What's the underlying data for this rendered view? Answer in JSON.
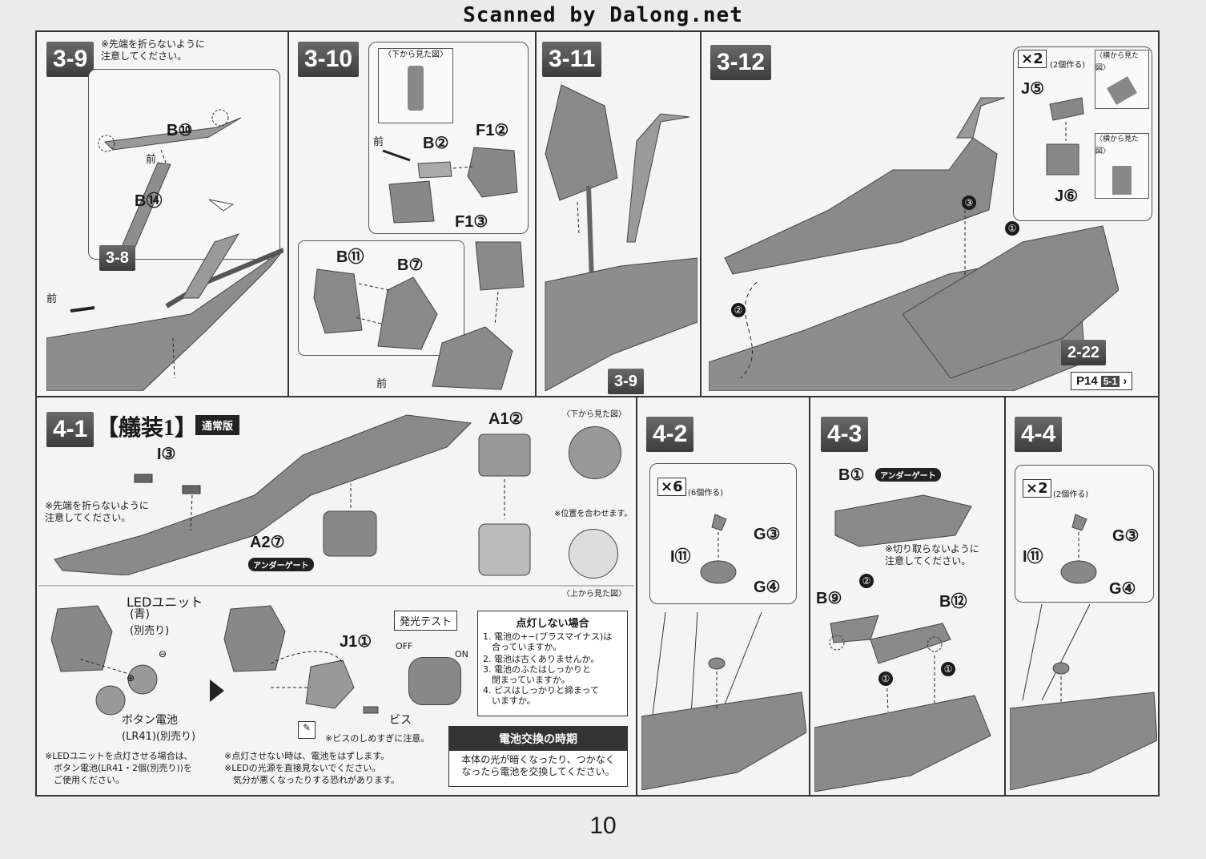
{
  "watermark": "Scanned by Dalong.net",
  "page_number": "10",
  "steps": {
    "s3_9": {
      "num": "3-9",
      "note": "※先端を折らないように\n注意してください。",
      "parts": [
        "B⑩",
        "B⑭"
      ],
      "front": "前"
    },
    "s3_8": {
      "num": "3-8",
      "front": "前"
    },
    "s3_10": {
      "num": "3-10",
      "view_label": "〈下から見た図〉",
      "front": "前",
      "parts": [
        "B②",
        "F1②",
        "F1③",
        "B⑪",
        "B⑦"
      ],
      "front2": "前"
    },
    "s3_11": {
      "num": "3-11",
      "ref": "3-9"
    },
    "s3_12": {
      "num": "3-12",
      "multiplier": "×2",
      "multiplier_note": "(2個作る)",
      "side_view_1": "〈横から見た図〉",
      "side_view_2": "〈横から見た図〉",
      "parts": [
        "J⑤",
        "J⑥"
      ],
      "ref": "2-22",
      "next_ref": "P14",
      "next_step": "5-1",
      "order": [
        "①",
        "②",
        "③"
      ]
    },
    "s4_1": {
      "num": "4-1",
      "title": "【艤装1】",
      "tag": "通常版",
      "note": "※先端を折らないように\n注意してください。",
      "parts": [
        "I③",
        "A2⑦",
        "A1②"
      ],
      "undergate": "アンダーゲート",
      "view_bottom": "〈下から見た図〉",
      "align_note": "※位置を合わせます。",
      "view_top": "〈上から見た図〉",
      "led_unit": "LEDユニット",
      "led_color": "(青)",
      "led_sold": "(別売り)",
      "battery": "ボタン電池",
      "battery_model": "(LR41)(別売り)",
      "note_led": "※LEDユニットを点灯させる場合は、\n　ボタン電池(LR41・2個(別売り))を\n　ご使用ください。",
      "part_j": "J1①",
      "screw": "ビス",
      "screw_note": "※ビスのしめすぎに注意。",
      "note_off": "※点灯させない時は、電池をはずします。\n※LEDの光源を直接見ないでください。\n　気分が悪くなったりする恐れがあります。",
      "light_test": "発光テスト",
      "off": "OFF",
      "on": "ON",
      "trouble_title": "点灯しない場合",
      "trouble_items": [
        "1. 電池の+−(プラスマイナス)は\n　合っていますか。",
        "2. 電池は古くありませんか。",
        "3. 電池のふたはしっかりと\n　閉まっていますか。",
        "4. ビスはしっかりと締まって\n　いますか。"
      ],
      "replace_title": "電池交換の時期",
      "replace_text": "本体の光が暗くなったり、つかなく\nなったら電池を交換してください。"
    },
    "s4_2": {
      "num": "4-2",
      "multiplier": "×6",
      "multiplier_note": "(6個作る)",
      "parts": [
        "G③",
        "I⑪",
        "G④"
      ]
    },
    "s4_3": {
      "num": "4-3",
      "parts": [
        "B①",
        "B⑨",
        "B⑫"
      ],
      "undergate": "アンダーゲート",
      "note": "※切り取らないように\n注意してください。",
      "order": [
        "①",
        "②"
      ]
    },
    "s4_4": {
      "num": "4-4",
      "multiplier": "×2",
      "multiplier_note": "(2個作る)",
      "parts": [
        "G③",
        "I⑪",
        "G④"
      ]
    }
  }
}
